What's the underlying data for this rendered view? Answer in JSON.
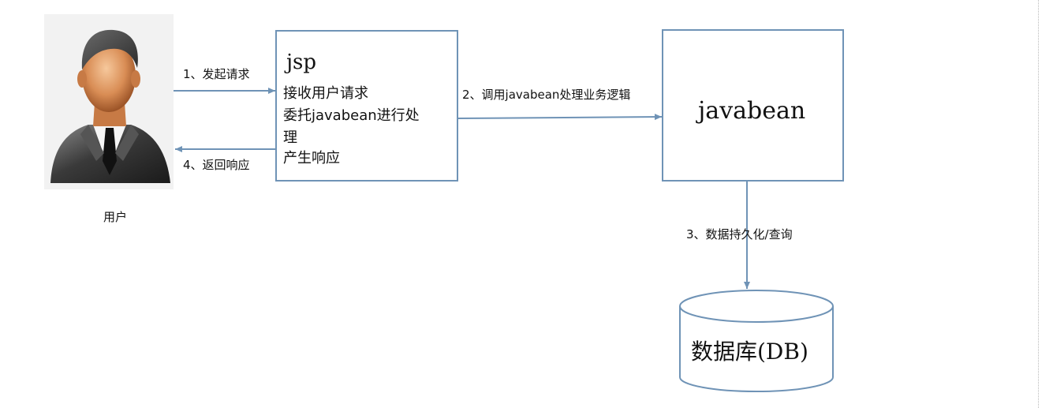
{
  "user": {
    "label": "用户"
  },
  "jsp": {
    "title": "jsp",
    "lines": [
      "接收用户请求",
      "委托javabean进行处",
      "理",
      "产生响应"
    ]
  },
  "javabean": {
    "title": "javabean"
  },
  "database": {
    "title": "数据库(DB)"
  },
  "edges": {
    "request": "1、发起请求",
    "call_javabean": "2、调用javabean处理业务逻辑",
    "persist_query": "3、数据持久化/查询",
    "response": "4、返回响应"
  },
  "colors": {
    "border": "#6f93b6",
    "arrow": "#6f93b6"
  }
}
